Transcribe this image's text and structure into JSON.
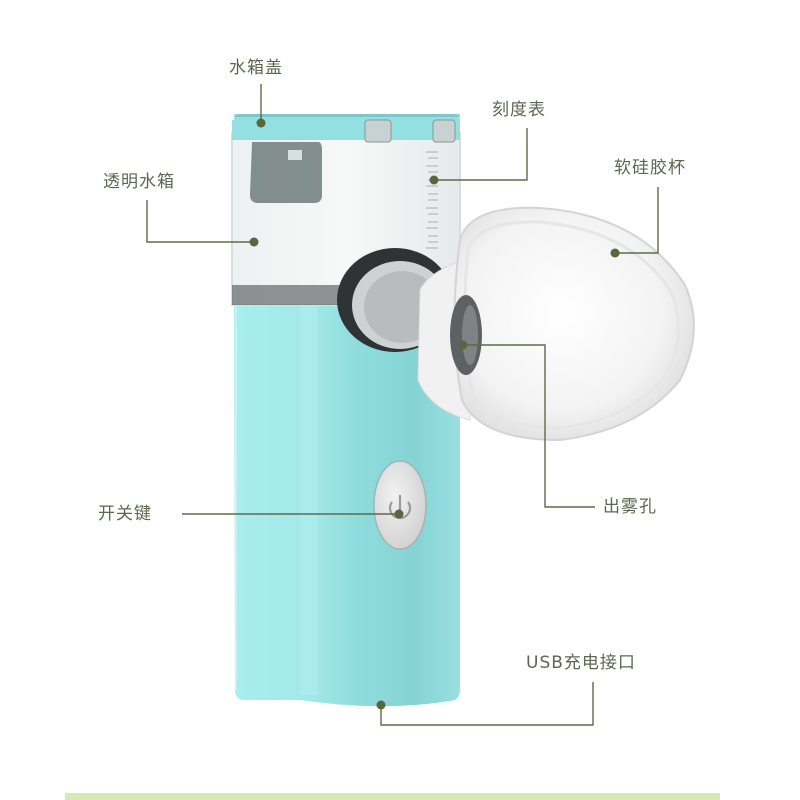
{
  "diagram": {
    "subject": "portable nano mist sprayer",
    "colors": {
      "body": "#9fe3e4",
      "body_dark": "#7fd0d2",
      "callout_line": "#5e6b48",
      "callout_dot": "#59663f",
      "label_text": "#5e6650",
      "bottom_bar": "#d7e9b9"
    },
    "callouts": [
      {
        "id": "lid",
        "label": "水箱盖"
      },
      {
        "id": "scale",
        "label": "刻度表"
      },
      {
        "id": "cup",
        "label": "软硅胶杯"
      },
      {
        "id": "tank",
        "label": "透明水箱"
      },
      {
        "id": "outlet",
        "label": "出雾孔"
      },
      {
        "id": "power",
        "label": "开关键"
      },
      {
        "id": "usb",
        "label": "USB充电接口"
      }
    ]
  }
}
